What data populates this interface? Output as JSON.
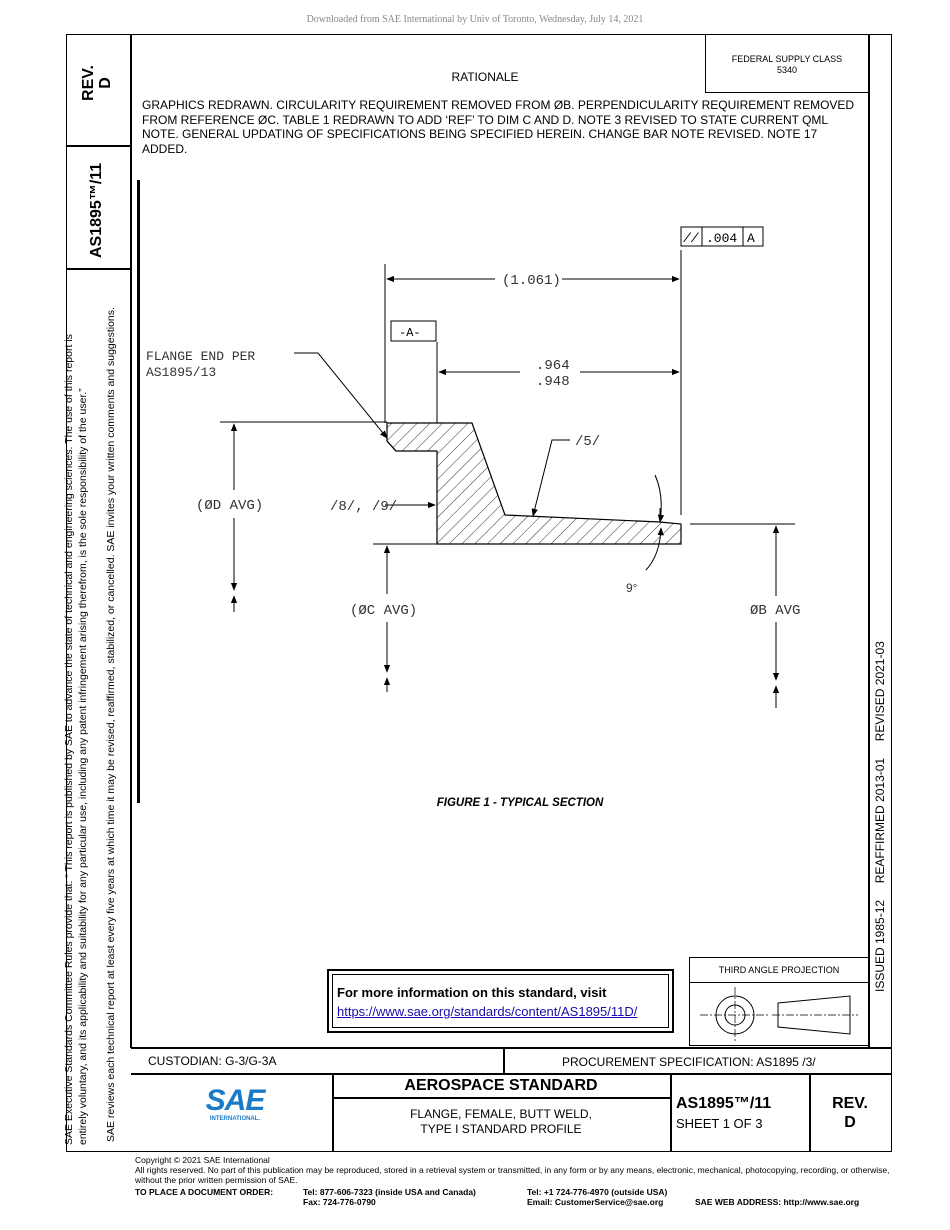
{
  "download_notice": "Downloaded from SAE International by Univ of Toronto, Wednesday, July 14, 2021",
  "rev_box": {
    "label": "REV.",
    "value": "D"
  },
  "doc_id_vertical": "AS1895™/11",
  "federal_supply": {
    "line1": "FEDERAL SUPPLY CLASS",
    "line2": "5340"
  },
  "rationale": {
    "title": "RATIONALE",
    "body": "GRAPHICS REDRAWN. CIRCULARITY REQUIREMENT REMOVED FROM ØB. PERPENDICULARITY REQUIREMENT REMOVED FROM REFERENCE ØC. TABLE 1 REDRAWN TO ADD ‘REF’ TO DIM C AND D. NOTE 3 REVISED TO STATE CURRENT QML NOTE. GENERAL UPDATING OF SPECIFICATIONS BEING SPECIFIED HEREIN. CHANGE BAR NOTE REVISED. NOTE 17 ADDED."
  },
  "left_margin": {
    "line1": "SAE Executive Standards Committee Rules provide that: “  This report is published by SAE to advance the state of technical and engineering sciences. The use of this report is",
    "line2": "entirely voluntary, and its applicability and suitability for any particular use, including any patent infringement arising therefrom, is the sole responsibility of the user.”",
    "line3": "SAE reviews each technical report at least every five years at which time it may be revised, reaffirmed, stabilized, or cancelled. SAE invites your written comments and suggestions."
  },
  "right_margin": "ISSUED 1985-12     REAFFIRMED 2013-01     REVISED 2021-03",
  "figure": {
    "caption": "FIGURE 1 - TYPICAL SECTION",
    "tolerance": {
      "symbol": "//",
      "value": ".004",
      "datum": "A"
    },
    "dim_overall": "(1.061)",
    "datum_label": "-A-",
    "dim_upper": ".964",
    "dim_lower": ".948",
    "flange_note_1": "FLANGE END PER",
    "flange_note_2": "AS1895/13",
    "note_5": "/5/",
    "note_89": "/8/, /9/",
    "dim_d": "(ØD AVG)",
    "dim_c": "(ØC AVG)",
    "dim_b": "ØB AVG",
    "angle": "9°"
  },
  "info_box": {
    "title": "For more information on this standard, visit",
    "link": "https://www.sae.org/standards/content/AS1895/11D/"
  },
  "projection": {
    "label": "THIRD ANGLE PROJECTION"
  },
  "title_block": {
    "custodian": "CUSTODIAN: G-3/G-3A",
    "procurement": "PROCUREMENT SPECIFICATION: AS1895 /3/",
    "logo_text": "SAE",
    "logo_sub": "INTERNATIONAL.",
    "standard_type": "AEROSPACE STANDARD",
    "title_line1": "FLANGE, FEMALE, BUTT WELD,",
    "title_line2": "TYPE I STANDARD PROFILE",
    "doc_number": "AS1895™/11",
    "sheet": "SHEET 1 OF 3",
    "rev_label": "REV.",
    "rev_value": "D"
  },
  "footer": {
    "copyright": "Copyright © 2021 SAE International",
    "rights": "All rights reserved. No part of this publication may be reproduced, stored in a retrieval system or transmitted, in any form or by any means, electronic, mechanical, photocopying, recording, or otherwise, without the prior written permission of SAE.",
    "order_label": "TO PLACE A DOCUMENT ORDER:",
    "tel_usa": "Tel: 877-606-7323 (inside USA and Canada)",
    "fax": "Fax: 724-776-0790",
    "tel_outside": "Tel: +1 724-776-4970 (outside USA)",
    "email": "Email: CustomerService@sae.org",
    "web": "SAE WEB ADDRESS: http://www.sae.org"
  }
}
